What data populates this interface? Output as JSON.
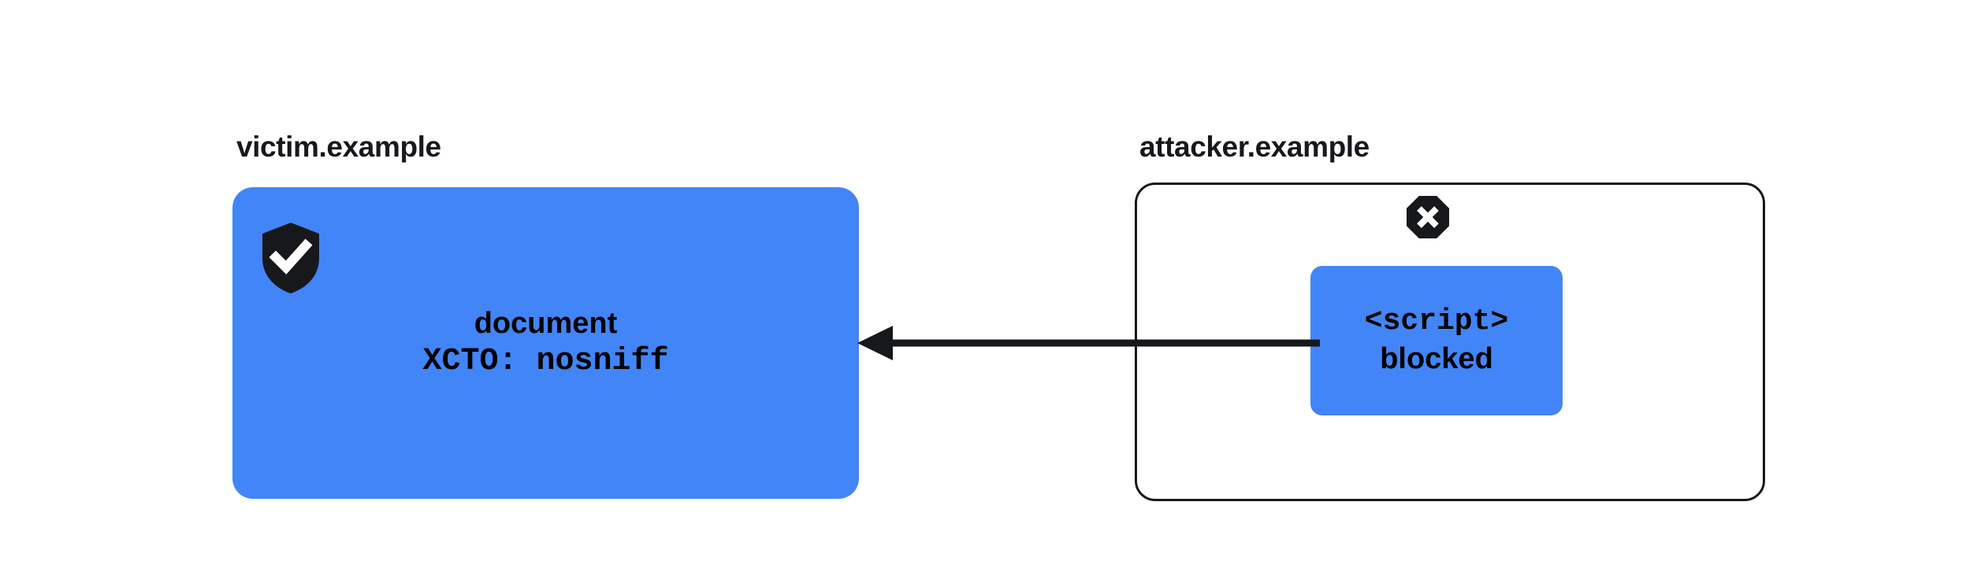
{
  "diagram": {
    "victim": {
      "label": "victim.example",
      "icon": "shield-check-icon",
      "box_color": "#4285f8",
      "lines": [
        {
          "text": "document",
          "style": "sans"
        },
        {
          "text": "XCTO: nosniff",
          "style": "mono"
        }
      ]
    },
    "attacker": {
      "label": "attacker.example",
      "icon": "octagon-x-icon",
      "border_color": "#17181c",
      "script": {
        "box_color": "#4285f8",
        "lines": [
          {
            "text": "<script>",
            "style": "mono"
          },
          {
            "text": "blocked",
            "style": "sans"
          }
        ]
      }
    },
    "arrow": {
      "direction": "left",
      "color": "#17181c",
      "from": "attacker.script",
      "to": "victim.document"
    }
  }
}
